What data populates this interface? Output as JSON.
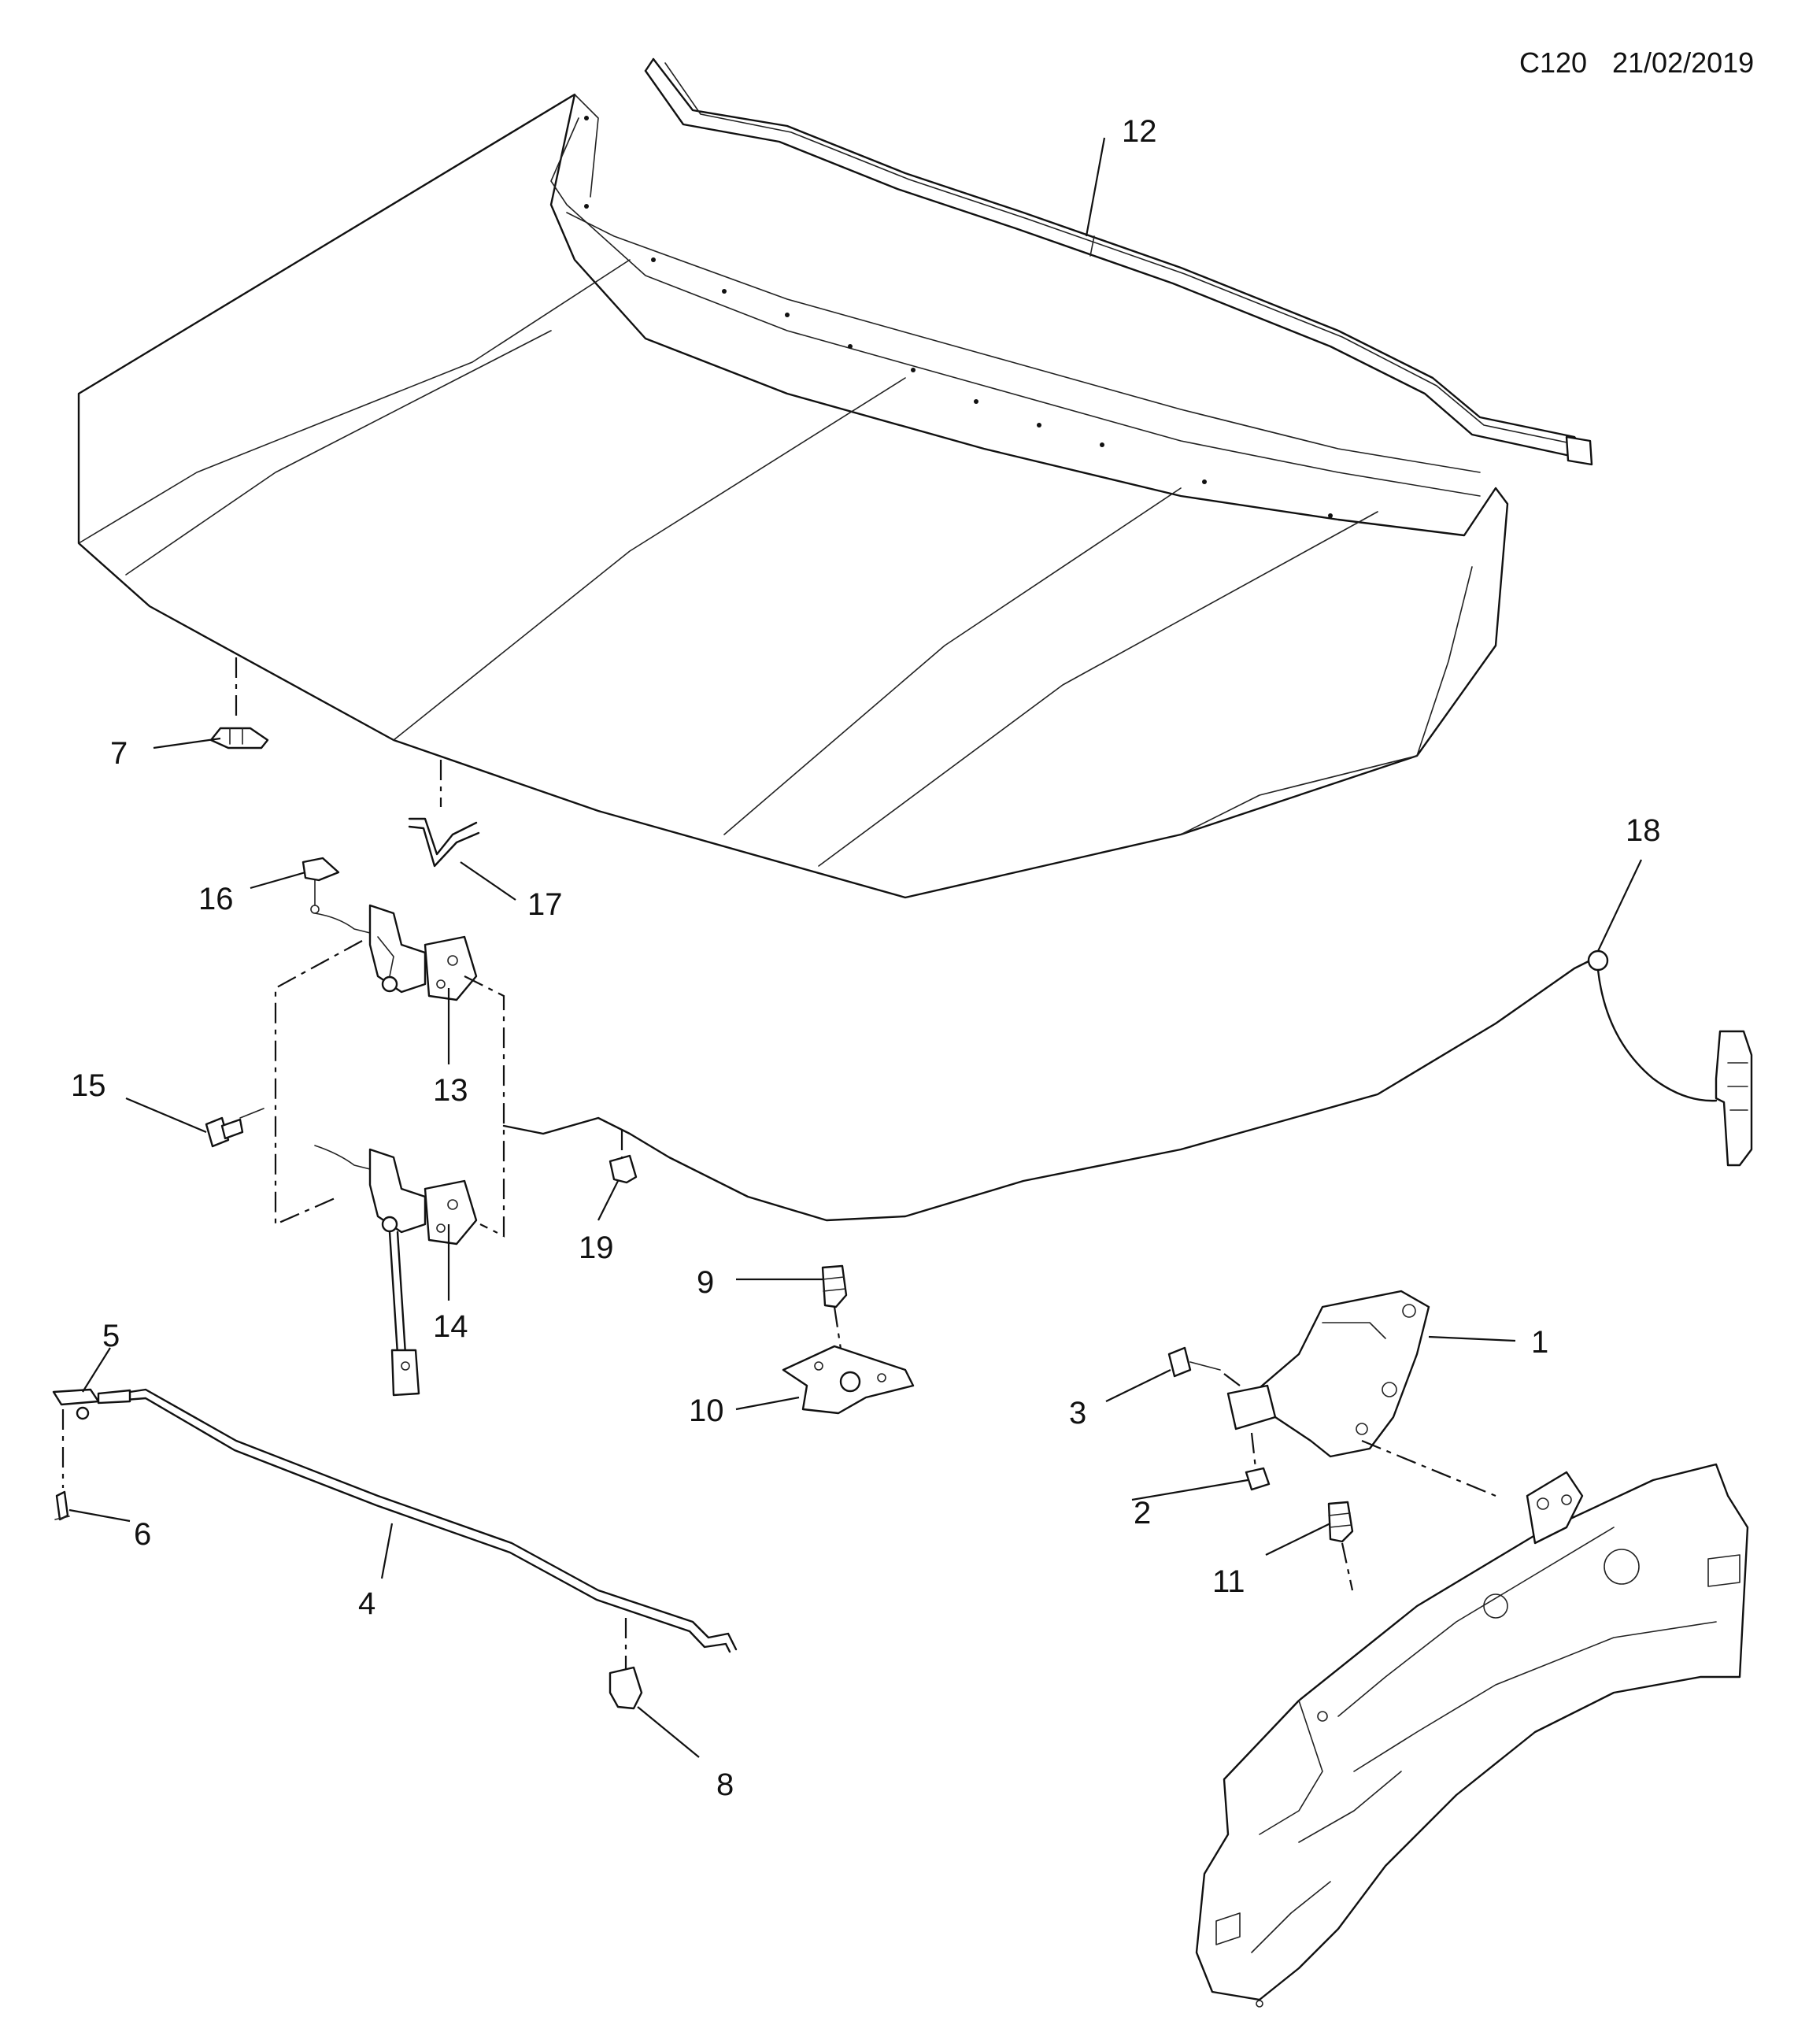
{
  "header": {
    "diagram_code": "C120",
    "date": "21/02/2019"
  },
  "callouts": {
    "c1": "1",
    "c2": "2",
    "c3": "3",
    "c4": "4",
    "c5": "5",
    "c6": "6",
    "c7": "7",
    "c8": "8",
    "c9": "9",
    "c10": "10",
    "c11": "11",
    "c12": "12",
    "c13": "13",
    "c14": "14",
    "c15": "15",
    "c16": "16",
    "c17": "17",
    "c18": "18",
    "c19": "19"
  },
  "colors": {
    "line": "#111111",
    "background": "#ffffff"
  }
}
